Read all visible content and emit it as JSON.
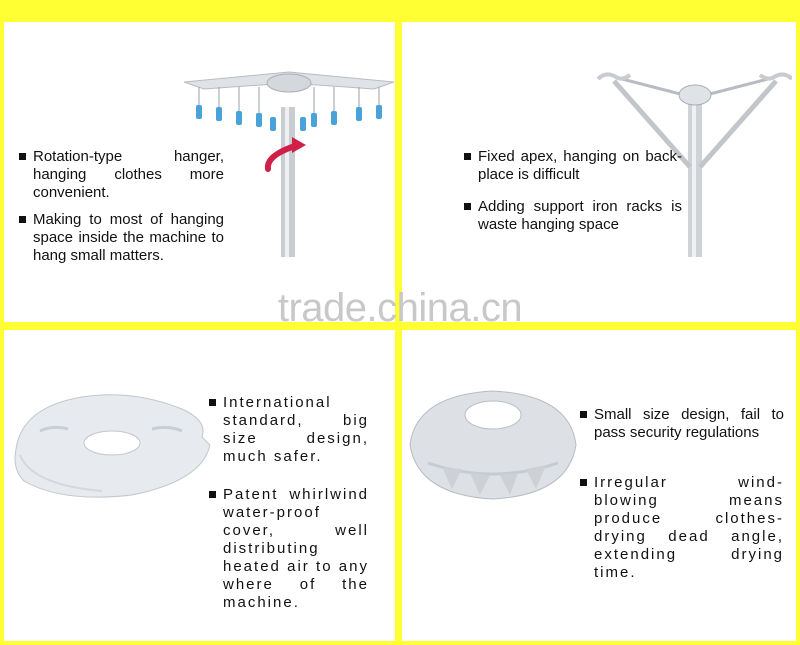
{
  "panels": {
    "top_left": {
      "bullets": [
        "Rotation-type hanger, hanging clothes more convenient.",
        "Making to most of hanging space inside the machine to hang small matters."
      ]
    },
    "top_right": {
      "bullets": [
        "Fixed apex, hanging on back-place is difficult",
        "Adding support iron racks is waste hanging space"
      ]
    },
    "bottom_left": {
      "bullets": [
        "International standard, big size design, much safer.",
        "Patent whirlwind water-proof cover, well distributing heated air to any where of the machine."
      ]
    },
    "bottom_right": {
      "bullets": [
        "Small size design, fail to pass security regulations",
        "Irregular wind-blowing means produce clothes-drying dead angle, extending drying time."
      ]
    }
  },
  "watermark": "trade.china.cn",
  "colors": {
    "background": "#ffff33",
    "panel": "#ffffff",
    "arrow": "#d0204a",
    "peg": "#4aa3d8"
  },
  "icons": [
    "rotating-hanger-image",
    "fixed-hanger-image",
    "whirlwind-cover-image",
    "round-cover-image",
    "rotation-arrow-icon"
  ]
}
